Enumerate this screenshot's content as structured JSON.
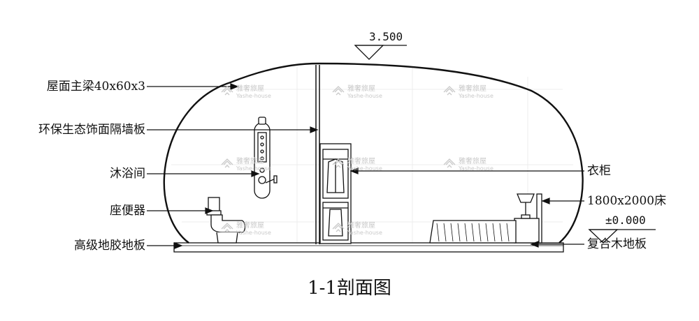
{
  "elevation_top": "3.500",
  "elevation_floor": "±0.000",
  "labels_left": {
    "roof_beam": "屋面主梁40x60x3",
    "partition": "环保生态饰面隔墙板",
    "shower": "沐浴间",
    "toilet": "座便器",
    "floor_left": "高级地胶地板"
  },
  "labels_right": {
    "wardrobe": "衣柜",
    "bed": "1800x2000床",
    "floor_right": "复合木地板"
  },
  "caption": "1-1剖面图",
  "watermark": {
    "cn": "雅奢旅屋",
    "en": "Yashe-house"
  },
  "colors": {
    "line": "#111111",
    "watermark": "#c9c9c9",
    "grid": "#ececec"
  }
}
